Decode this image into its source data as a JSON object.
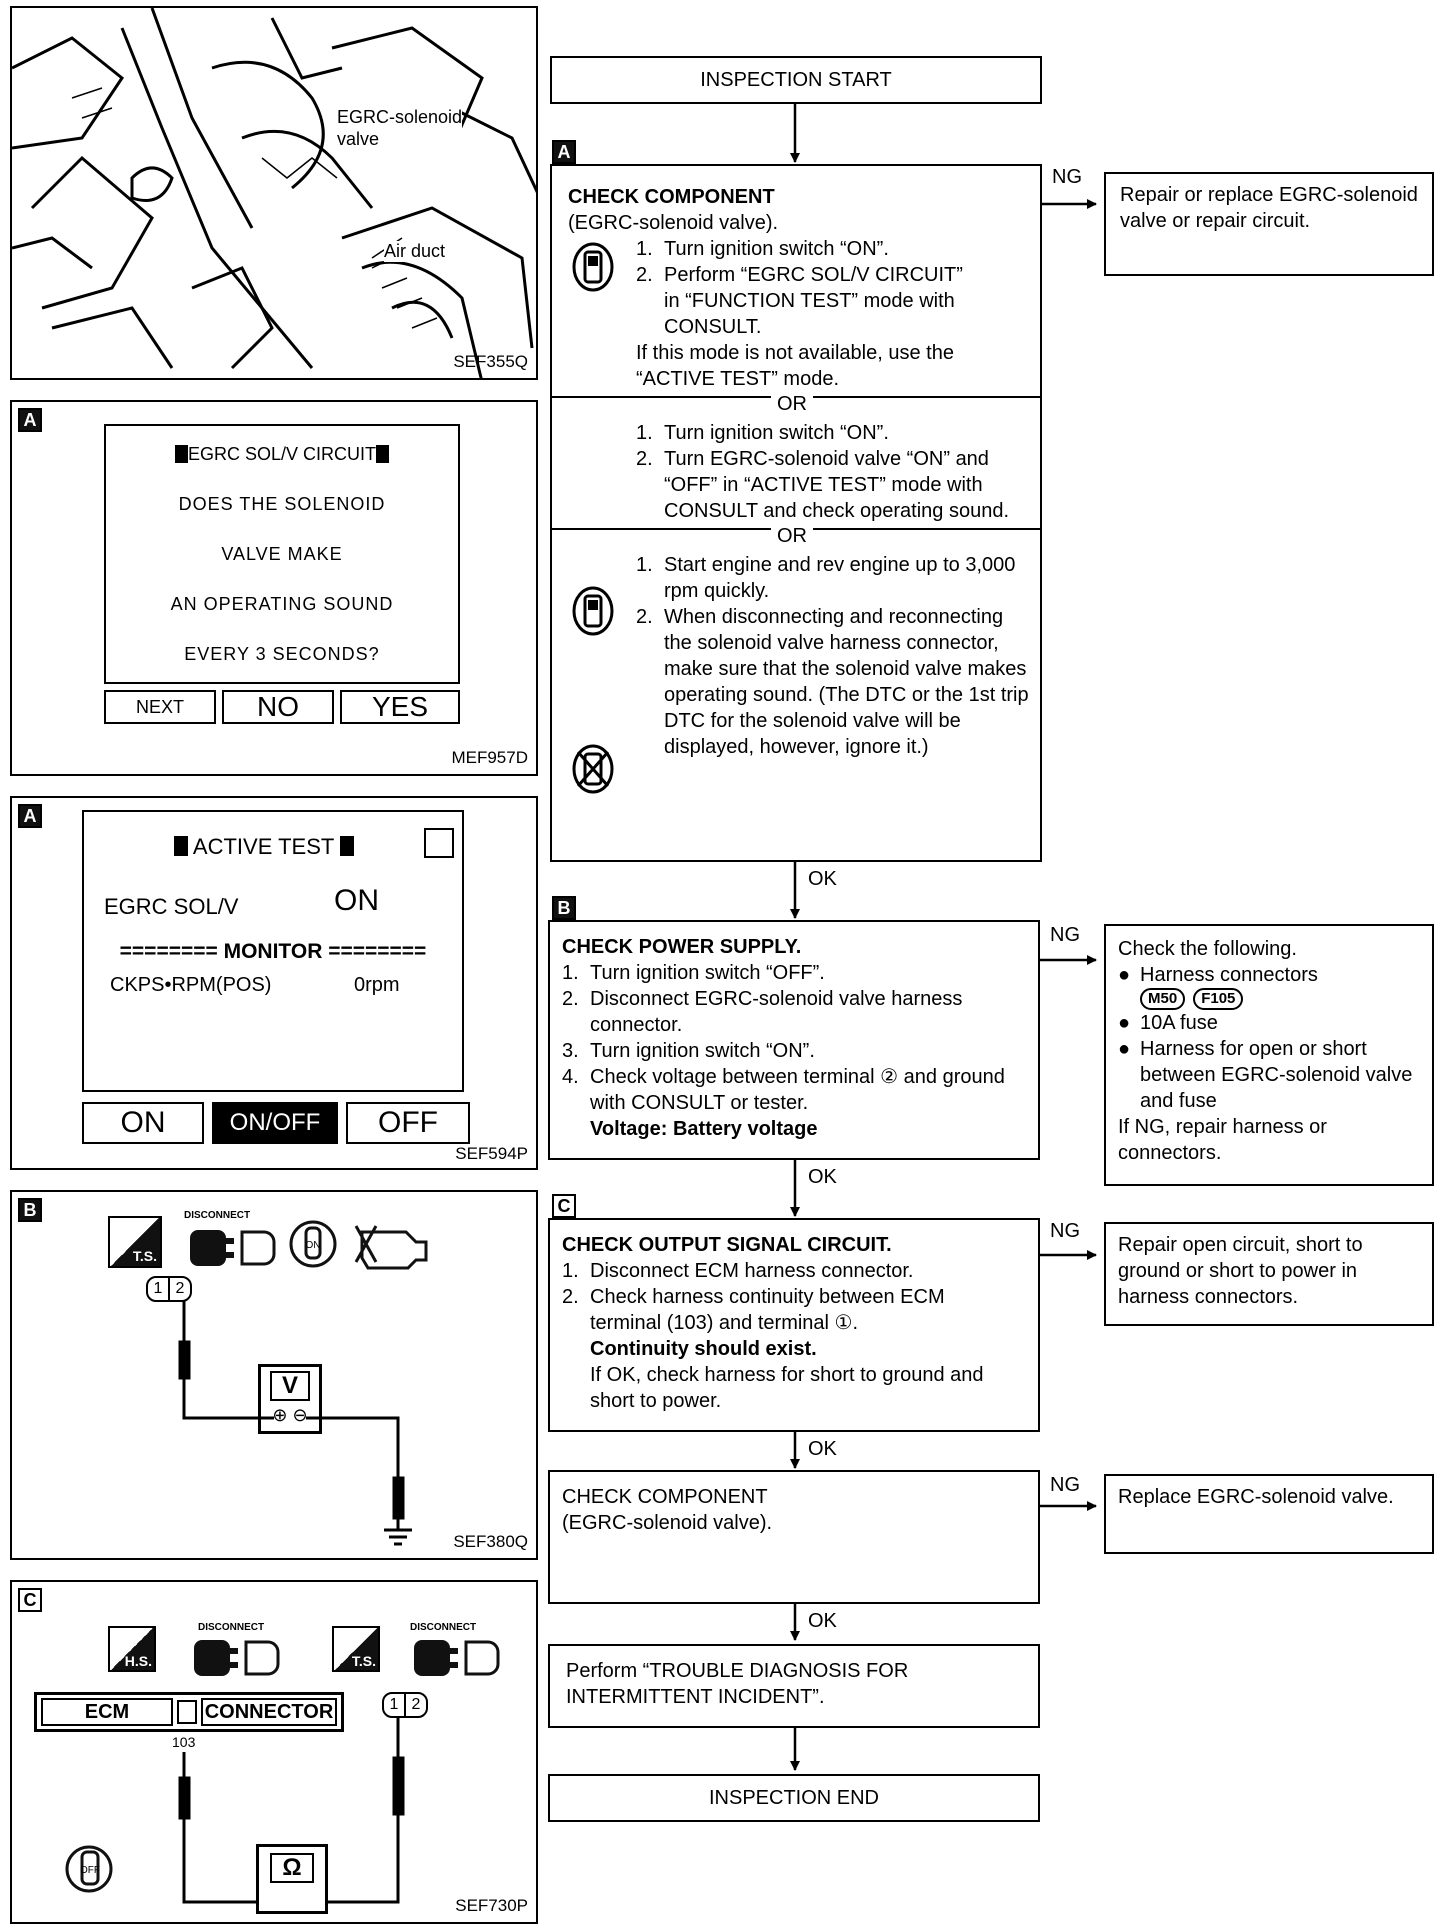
{
  "figures": {
    "fig1": {
      "code": "SEF355Q",
      "label_valve_1": "EGRC-solenoid",
      "label_valve_2": "valve",
      "label_duct": "Air duct"
    },
    "fig2": {
      "tag": "A",
      "code": "MEF957D",
      "title": "EGRC SOL/V CIRCUIT",
      "lines": [
        "DOES THE SOLENOID",
        "VALVE MAKE",
        "AN OPERATING SOUND",
        "EVERY 3 SECONDS?"
      ],
      "buttons": [
        "NEXT",
        "NO",
        "YES"
      ]
    },
    "fig3": {
      "tag": "A",
      "code": "SEF594P",
      "title": "ACTIVE TEST",
      "item": "EGRC SOL/V",
      "item_value": "ON",
      "monitor": "======== MONITOR ========",
      "monitor_item": "CKPS•RPM(POS)",
      "monitor_value": "0rpm",
      "buttons": [
        "ON",
        "ON/OFF",
        "OFF"
      ]
    },
    "fig4": {
      "tag": "B",
      "code": "SEF380Q",
      "disconnect": "DISCONNECT",
      "ts": "T.S.",
      "key": "ON",
      "meter": "V",
      "pins": [
        "1",
        "2"
      ]
    },
    "fig5": {
      "tag": "C",
      "code": "SEF730P",
      "disconnect": "DISCONNECT",
      "hs": "H.S.",
      "ts": "T.S.",
      "ecm": "ECM",
      "connector": "CONNECTOR",
      "terminal": "103",
      "key": "OFF",
      "meter": "Ω",
      "pins": [
        "1",
        "2"
      ]
    }
  },
  "flow": {
    "start": "INSPECTION START",
    "end": "INSPECTION END",
    "labels": {
      "ng": "NG",
      "ok": "OK"
    },
    "stepA": {
      "tag": "A",
      "title": "CHECK COMPONENT",
      "subtitle": "(EGRC-solenoid valve).",
      "part1": [
        {
          "n": "1.",
          "text": "Turn ignition switch “ON”."
        },
        {
          "n": "2.",
          "text": "Perform “EGRC SOL/V CIRCUIT” in “FUNCTION TEST” mode with CONSULT."
        }
      ],
      "part1_note": "If this mode is not available, use the “ACTIVE TEST” mode.",
      "or": "OR",
      "part2": [
        {
          "n": "1.",
          "text": "Turn ignition switch “ON”."
        },
        {
          "n": "2.",
          "text": "Turn EGRC-solenoid valve “ON” and “OFF” in “ACTIVE TEST” mode with CONSULT and check operating sound."
        }
      ],
      "part3": [
        {
          "n": "1.",
          "text": "Start engine and rev engine up to 3,000 rpm quickly."
        },
        {
          "n": "2.",
          "text": "When disconnecting and reconnecting the solenoid valve harness connector, make sure that the solenoid valve makes operating sound. (The DTC or the 1st trip DTC for the solenoid valve will be displayed, however, ignore it.)"
        }
      ],
      "ng_result": "Repair or replace EGRC-solenoid valve or repair circuit."
    },
    "stepB": {
      "tag": "B",
      "title": "CHECK POWER SUPPLY.",
      "items": [
        {
          "n": "1.",
          "text": "Turn ignition switch “OFF”."
        },
        {
          "n": "2.",
          "text": "Disconnect EGRC-solenoid valve harness connector."
        },
        {
          "n": "3.",
          "text": "Turn ignition switch “ON”."
        },
        {
          "n": "4.",
          "text": "Check voltage between terminal ② and ground with CONSULT or tester."
        }
      ],
      "voltage": "Voltage: Battery voltage",
      "ng_head": "Check the following.",
      "ng_items": [
        "Harness connectors",
        "10A fuse",
        "Harness for open or short between EGRC-solenoid valve and fuse"
      ],
      "ng_connectors": [
        "M50",
        "F105"
      ],
      "ng_tail": "If NG, repair harness or connectors."
    },
    "stepC": {
      "tag": "C",
      "title": "CHECK OUTPUT SIGNAL CIRCUIT.",
      "items": [
        {
          "n": "1.",
          "text": "Disconnect ECM harness connector."
        },
        {
          "n": "2.",
          "text": "Check harness continuity between ECM terminal (103) and terminal ①."
        }
      ],
      "continuity": "Continuity should exist.",
      "note": "If OK, check harness for short to ground and short to power.",
      "ng_result": "Repair open circuit, short to ground or short to power in harness connectors."
    },
    "stepD": {
      "title": "CHECK COMPONENT",
      "subtitle": "(EGRC-solenoid valve).",
      "ng_result": "Replace EGRC-solenoid valve."
    },
    "stepE": {
      "text": "Perform “TROUBLE DIAGNOSIS FOR INTERMITTENT INCIDENT”."
    }
  }
}
